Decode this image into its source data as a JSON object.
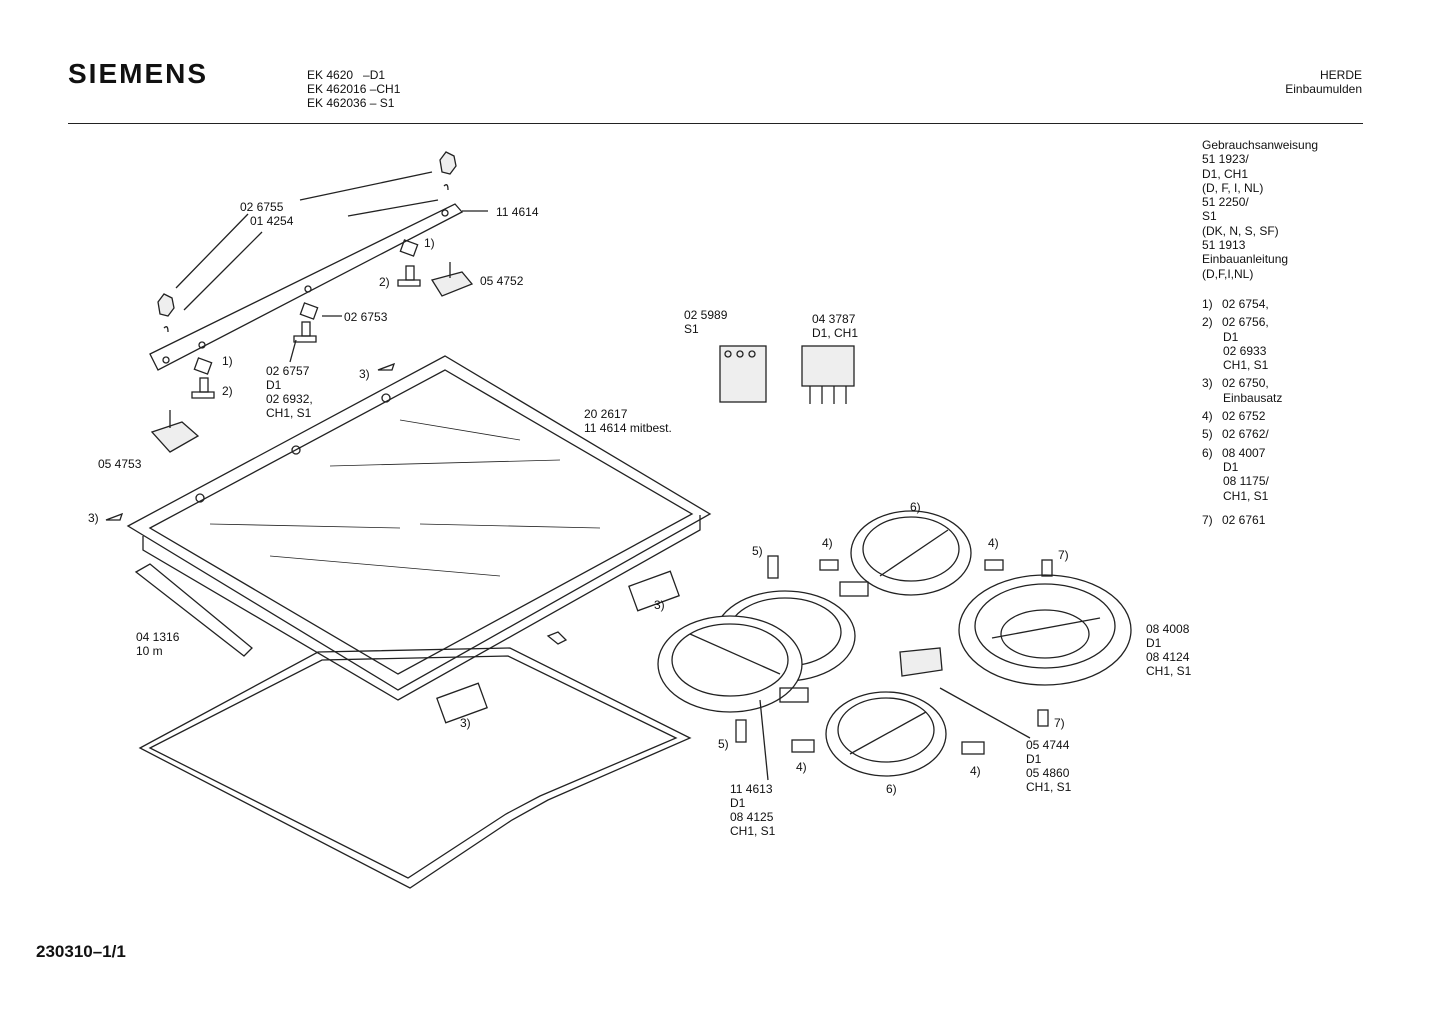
{
  "header": {
    "brand": "SIEMENS",
    "models": [
      "EK 4620   –D1",
      "EK 462016 –CH1",
      "EK 462036 – S1"
    ],
    "category": "HERDE",
    "subcategory": "Einbaumulden"
  },
  "side_panel": {
    "lines": [
      "Gebrauchsanweisung",
      "51 1923/",
      "D1, CH1",
      "(D, F, I, NL)",
      "51 2250/",
      "S1",
      "(DK, N, S, SF)",
      "51 1913",
      "Einbauanleitung",
      "(D,F,I,NL)"
    ]
  },
  "footnotes": [
    {
      "key": "1)",
      "lines": [
        "02 6754,"
      ]
    },
    {
      "key": "2)",
      "lines": [
        "02 6756,",
        "D1",
        "02 6933",
        "CH1, S1"
      ]
    },
    {
      "key": "3)",
      "lines": [
        "02 6750,",
        "Einbausatz"
      ]
    },
    {
      "key": "4)",
      "lines": [
        "02 6752"
      ]
    },
    {
      "key": "5)",
      "lines": [
        "02 6762/"
      ]
    },
    {
      "key": "6)",
      "lines": [
        "08 4007",
        "D1",
        "08 1175/",
        "CH1, S1"
      ]
    },
    {
      "key": "7)",
      "lines": [
        "02 6761"
      ]
    }
  ],
  "labels": {
    "knob": [
      "02 6755",
      "01 4254"
    ],
    "panel": "11 4614",
    "switch_top": "05 4752",
    "clip_top": "02 6753",
    "clip_mid": [
      "02 6757",
      "D1",
      "02 6932,",
      "CH1, S1"
    ],
    "switch_left": "05 4753",
    "glass": [
      "20 2617",
      "11 4614 mitbest."
    ],
    "seal": [
      "04 1316",
      "10 m"
    ],
    "terminal_s1": [
      "02 5989",
      "S1"
    ],
    "terminal_d1": [
      "04 3787",
      "D1, CH1"
    ],
    "plate_large_right": [
      "08 4008",
      "D1",
      "08 4124",
      "CH1, S1"
    ],
    "plate_large_left": [
      "11 4613",
      "D1",
      "08 4125",
      "CH1, S1"
    ],
    "regulator": [
      "05 4744",
      "D1",
      "05 4860",
      "CH1, S1"
    ],
    "ref1": "1)",
    "ref2": "2)",
    "ref3": "3)",
    "ref4": "4)",
    "ref5": "5)",
    "ref6": "6)",
    "ref7": "7)"
  },
  "document_number": "230310–1/1"
}
